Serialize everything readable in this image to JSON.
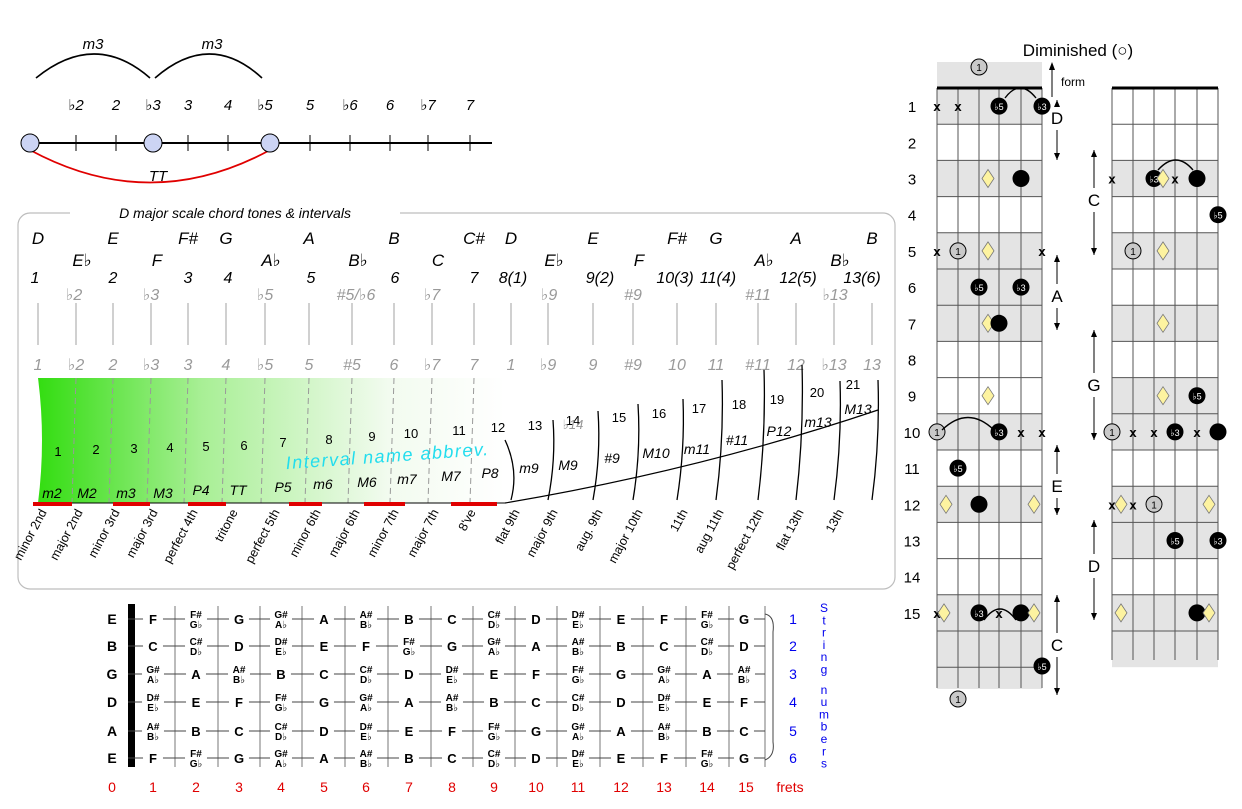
{
  "interval_line": {
    "top_arc_label": "m3",
    "top_arc_label_2": "m3",
    "tt_label": "TT",
    "degrees": [
      "♭2",
      "2",
      "♭3",
      "3",
      "4",
      "♭5",
      "5",
      "♭6",
      "6",
      "♭7",
      "7"
    ]
  },
  "chord_box": {
    "title": "D major scale chord tones & intervals",
    "interval_subtitle": "Interval name abbrev.",
    "notes": [
      {
        "note": "D",
        "up": false
      },
      {
        "note": "E♭",
        "up": true
      },
      {
        "note": "E",
        "up": false
      },
      {
        "note": "F",
        "up": true
      },
      {
        "note": "F#",
        "up": false
      },
      {
        "note": "G",
        "up": false
      },
      {
        "note": "A♭",
        "up": true
      },
      {
        "note": "A",
        "up": false
      },
      {
        "note": "B♭",
        "up": true
      },
      {
        "note": "B",
        "up": false
      },
      {
        "note": "C",
        "up": true
      },
      {
        "note": "C#",
        "up": false
      },
      {
        "note": "D",
        "up": false
      },
      {
        "note": "E♭",
        "up": true
      },
      {
        "note": "E",
        "up": false
      },
      {
        "note": "F",
        "up": true
      },
      {
        "note": "F#",
        "up": false
      },
      {
        "note": "G",
        "up": false
      },
      {
        "note": "A♭",
        "up": true
      },
      {
        "note": "A",
        "up": false
      },
      {
        "note": "B♭",
        "up": true
      },
      {
        "note": "B",
        "up": false
      }
    ],
    "scale_degrees_black": [
      "1",
      "2",
      "3",
      "4",
      "5",
      "6",
      "7",
      "8(1)",
      "9(2)",
      "10(3)",
      "11(4)",
      "12(5)",
      "13(6)"
    ],
    "scale_degrees_gray": [
      "♭2",
      "♭3",
      "♭5",
      "#5/♭6",
      "♭7",
      "♭9",
      "#9",
      "#11",
      "♭13"
    ],
    "bottom_degrees": [
      "1",
      "♭2",
      "2",
      "♭3",
      "3",
      "4",
      "♭5",
      "5",
      "#5",
      "6",
      "♭7",
      "7",
      "1",
      "♭9",
      "9",
      "#9",
      "10",
      "11",
      "#11",
      "12",
      "♭13",
      "13"
    ],
    "semitones": [
      "1",
      "2",
      "3",
      "4",
      "5",
      "6",
      "7",
      "8",
      "9",
      "10",
      "11",
      "12",
      "13",
      "14",
      "15",
      "16",
      "17",
      "18",
      "19",
      "20",
      "21"
    ],
    "abbrevs": [
      "m2",
      "M2",
      "m3",
      "M3",
      "P4",
      "TT",
      "P5",
      "m6",
      "M6",
      "m7",
      "M7",
      "P8",
      "m9",
      "M9",
      "#9",
      "M10",
      "m11",
      "#11",
      "P12",
      "m13",
      "M13"
    ],
    "flat14_label": "♭14",
    "names": [
      "minor 2nd",
      "major 2nd",
      "minor 3rd",
      "major 3rd",
      "perfect 4th",
      "tritone",
      "perfect 5th",
      "minor 6th",
      "major 6th",
      "minor 7th",
      "major 7th",
      "8've",
      "flat 9th",
      "major 9th",
      "aug. 9th",
      "major 10th",
      "11th",
      "aug 11th",
      "perfect 12th",
      "flat 13th",
      "13th"
    ]
  },
  "fretboard": {
    "open_strings": [
      "E",
      "B",
      "G",
      "D",
      "A",
      "E"
    ],
    "rows": [
      [
        "F",
        "F#/G♭",
        "G",
        "G#/A♭",
        "A",
        "A#/B♭",
        "B",
        "C",
        "C#/D♭",
        "D",
        "D#/E♭",
        "E",
        "F",
        "F#/G♭",
        "G"
      ],
      [
        "C",
        "C#/D♭",
        "D",
        "D#/E♭",
        "E",
        "F",
        "F#/G♭",
        "G",
        "G#/A♭",
        "A",
        "A#/B♭",
        "B",
        "C",
        "C#/D♭",
        "D"
      ],
      [
        "G#/A♭",
        "A",
        "A#/B♭",
        "B",
        "C",
        "C#/D♭",
        "D",
        "D#/E♭",
        "E",
        "F",
        "F#/G♭",
        "G",
        "G#/A♭",
        "A",
        "A#/B♭"
      ],
      [
        "D#/E♭",
        "E",
        "F",
        "F#/G♭",
        "G",
        "G#/A♭",
        "A",
        "A#/B♭",
        "B",
        "C",
        "C#/D♭",
        "D",
        "D#/E♭",
        "E",
        "F"
      ],
      [
        "A#/B♭",
        "B",
        "C",
        "C#/D♭",
        "D",
        "D#/E♭",
        "E",
        "F",
        "F#/G♭",
        "G",
        "G#/A♭",
        "A",
        "A#/B♭",
        "B",
        "C"
      ],
      [
        "F",
        "F#/G♭",
        "G",
        "G#/A♭",
        "A",
        "A#/B♭",
        "B",
        "C",
        "C#/D♭",
        "D",
        "D#/E♭",
        "E",
        "F",
        "F#/G♭",
        "G"
      ]
    ],
    "string_numbers": [
      "1",
      "2",
      "3",
      "4",
      "5",
      "6"
    ],
    "string_numbers_label": "String numbers",
    "frets": [
      "0",
      "1",
      "2",
      "3",
      "4",
      "5",
      "6",
      "7",
      "8",
      "9",
      "10",
      "11",
      "12",
      "13",
      "14",
      "15"
    ],
    "frets_label": "frets"
  },
  "diminished": {
    "title": "Diminished (○)",
    "form_label": "form",
    "fret_numbers": [
      "1",
      "2",
      "3",
      "4",
      "5",
      "6",
      "7",
      "8",
      "9",
      "10",
      "11",
      "12",
      "13",
      "14",
      "15"
    ],
    "form_letters_left": [
      "D",
      "A",
      "E",
      "C"
    ],
    "form_letters_right": [
      "C",
      "G",
      "D"
    ],
    "root_label": "1",
    "b3_label": "♭3",
    "b5_label": "♭5",
    "x_label": "x",
    "colors": {
      "grey_band": "#e4e4e4",
      "diamond": "#fdf3a0",
      "dot": "#000000",
      "root": "#c9c9c9"
    }
  },
  "colors": {
    "green": "#33dd11",
    "red": "#e00000",
    "blue": "#0000ee",
    "cyan": "#22ddee",
    "fret_red": "#e00000"
  }
}
